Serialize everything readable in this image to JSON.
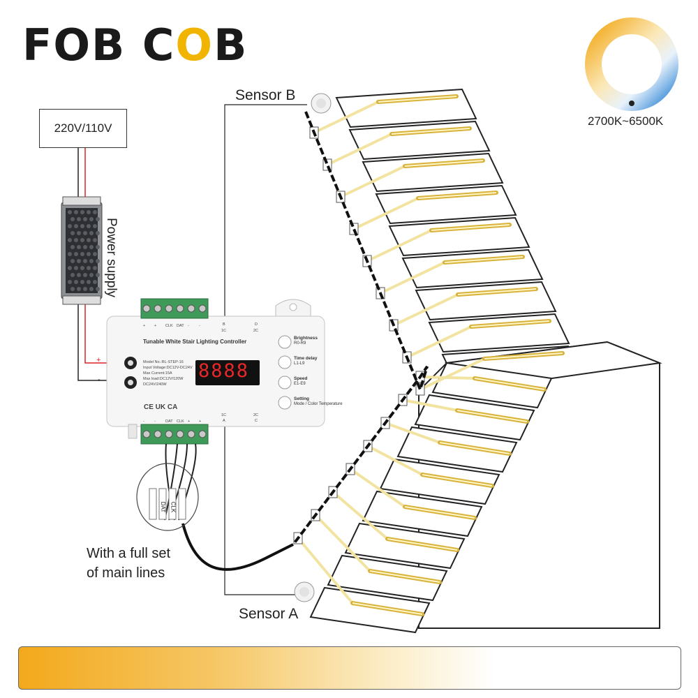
{
  "brand": {
    "name_part1": "FOB C",
    "name_o": "O",
    "name_part2": "B"
  },
  "color_temperature": {
    "label": "2700K~6500K",
    "warm": "#f3a91b",
    "cool": "#2f86d6"
  },
  "power": {
    "voltage_label": "220V/110V",
    "supply_label": "Power supply",
    "plus": "+",
    "minus": "-"
  },
  "sensors": {
    "a": "Sensor A",
    "b": "Sensor B"
  },
  "controller": {
    "title": "Tunable White Stair Lighting Controller",
    "display_digits": "8888",
    "top_terminals": [
      "+",
      "+",
      "CLK",
      "DAT",
      "-",
      "-"
    ],
    "bottom_terminals": [
      "-",
      "-",
      "DAT",
      "CLK",
      "+",
      "+"
    ],
    "port_top_b": "B",
    "port_top_b_sub": "1C",
    "port_top_d": "D",
    "port_top_d_sub": "2C",
    "port_bot_a": "A",
    "port_bot_a_sub": "1C",
    "port_bot_c": "C",
    "port_bot_c_sub": "2C",
    "specs": [
      "Model No.:RL-STEP-16",
      "Input Voltage:DC12V-DC24V",
      "Max Current:15A",
      "Max load:DC12V/120W",
      "DC24V/240W"
    ],
    "buttons": [
      {
        "name": "Brightness",
        "sub": "R0-R9"
      },
      {
        "name": "Time delay",
        "sub": "L1-L9"
      },
      {
        "name": "Speed",
        "sub": "E1-E9"
      },
      {
        "name": "Setting",
        "sub": "Mode / Color Temperature"
      }
    ],
    "certs": "CE  UK CA"
  },
  "cable": {
    "wire_labels": [
      "DAT",
      "CLK"
    ],
    "note_line1": "With a full set",
    "note_line2": "of main lines"
  },
  "colors": {
    "strip": "#f2e4a0",
    "led": "#d8b23a",
    "line": "#222222"
  }
}
